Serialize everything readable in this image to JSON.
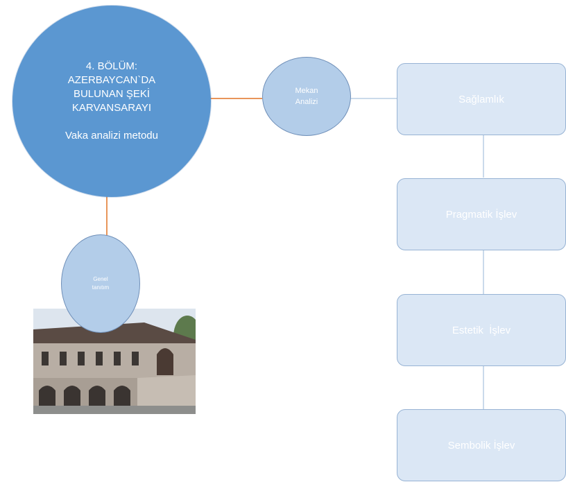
{
  "main_node": {
    "title": "4. BÖLÜM:\nAZERBAYCAN`DA\nBULUNAN ŞEKİ\nKARVANSARAYI",
    "subtitle": "Vaka analizi metodu"
  },
  "mekan_node": {
    "label": "Mekan\nAnalizi"
  },
  "genel_node": {
    "label": "Genel\ntanıtım"
  },
  "analysis_boxes": [
    {
      "label": "Sağlamlık"
    },
    {
      "label": "Pragmatik İşlev"
    },
    {
      "label": "Estetik  İşlev"
    },
    {
      "label": "Sembolik İşlev"
    }
  ],
  "colors": {
    "main_circle": "#5b97d1",
    "small_circle": "#b3cde9",
    "box_fill": "#dbe7f5",
    "box_border": "#97b3d4",
    "orange_connector": "#e8955a",
    "blue_connector": "#b8cde4"
  },
  "photo": {
    "subject": "caravanserai-building-photo"
  }
}
